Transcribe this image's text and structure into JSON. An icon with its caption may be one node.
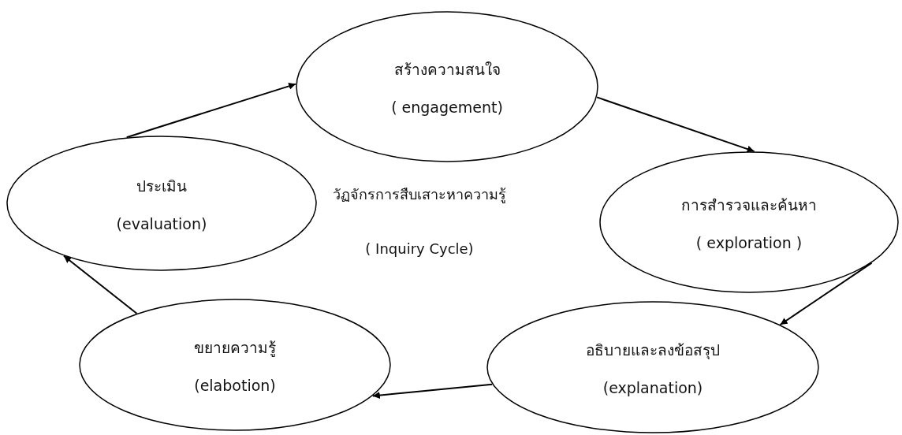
{
  "diagram": {
    "nodes": [
      {
        "text": [
          "สร้างความสนใจ",
          "( engagement)"
        ]
      },
      {
        "text": [
          "การสำรวจและค้นหา",
          "( exploration )"
        ]
      },
      {
        "text": [
          "อธิบายและลงข้อสรุป",
          "(explanation)"
        ]
      },
      {
        "text": [
          "ขยายความรู้",
          "(elabotion)"
        ]
      },
      {
        "text": [
          "ประเมิน",
          "(evaluation)"
        ]
      }
    ],
    "edges": [
      {
        "from": 0,
        "to": 1,
        "arrow": "to"
      },
      {
        "from": 1,
        "to": 2,
        "arrow": "to"
      },
      {
        "from": 2,
        "to": 3,
        "arrow": "to"
      },
      {
        "from": 3,
        "to": 4,
        "arrow": "to"
      },
      {
        "from": 4,
        "to": 0,
        "arrow": "to"
      }
    ],
    "labels": [
      "วัฏจักรการสืบเสาะหาความรู้",
      "( Inquiry Cycle)"
    ]
  }
}
